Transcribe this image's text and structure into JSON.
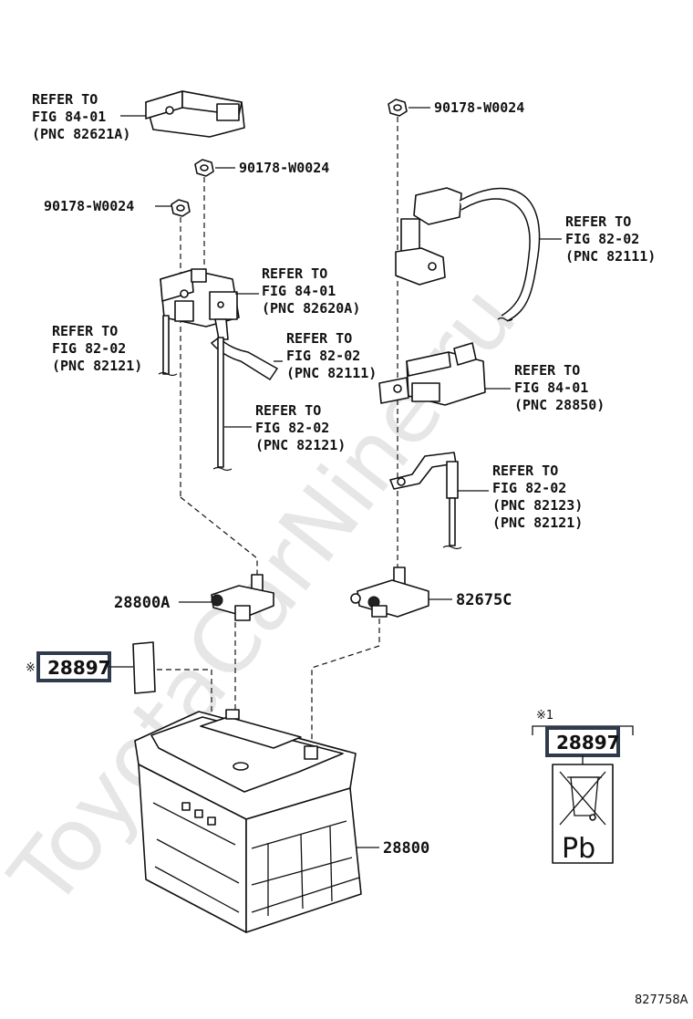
{
  "watermark": "ToyotaCarNine.ru",
  "labels": {
    "ref_82621a": [
      "REFER TO",
      "FIG 84-01",
      "(PNC 82621A)"
    ],
    "ref_82620a": [
      "REFER TO",
      "FIG 84-01",
      "(PNC 82620A)"
    ],
    "ref_82121_left": [
      "REFER TO",
      "FIG 82-02",
      "(PNC 82121)"
    ],
    "ref_82111_mid": [
      "REFER TO",
      "FIG 82-02",
      "(PNC 82111)"
    ],
    "ref_82121_mid": [
      "REFER TO",
      "FIG 82-02",
      "(PNC 82121)"
    ],
    "ref_82111_right": [
      "REFER TO",
      "FIG 82-02",
      "(PNC 82111)"
    ],
    "ref_28850": [
      "REFER TO",
      "FIG 84-01",
      "(PNC 28850)"
    ],
    "ref_82123_82121": [
      "REFER TO",
      "FIG 82-02",
      "(PNC 82123)",
      "(PNC 82121)"
    ]
  },
  "part_numbers": {
    "nut_mid": "90178-W0024",
    "nut_left": "90178-W0024",
    "nut_right": "90178-W0024",
    "terminal_left": "28800A",
    "terminal_right": "82675C",
    "battery": "28800",
    "label_left": "28897",
    "label_right": "28897"
  },
  "marks": {
    "note_left": "※",
    "note_right": "※1"
  },
  "recycle_label": {
    "text": "Pb"
  },
  "diagram_id": "827758A"
}
